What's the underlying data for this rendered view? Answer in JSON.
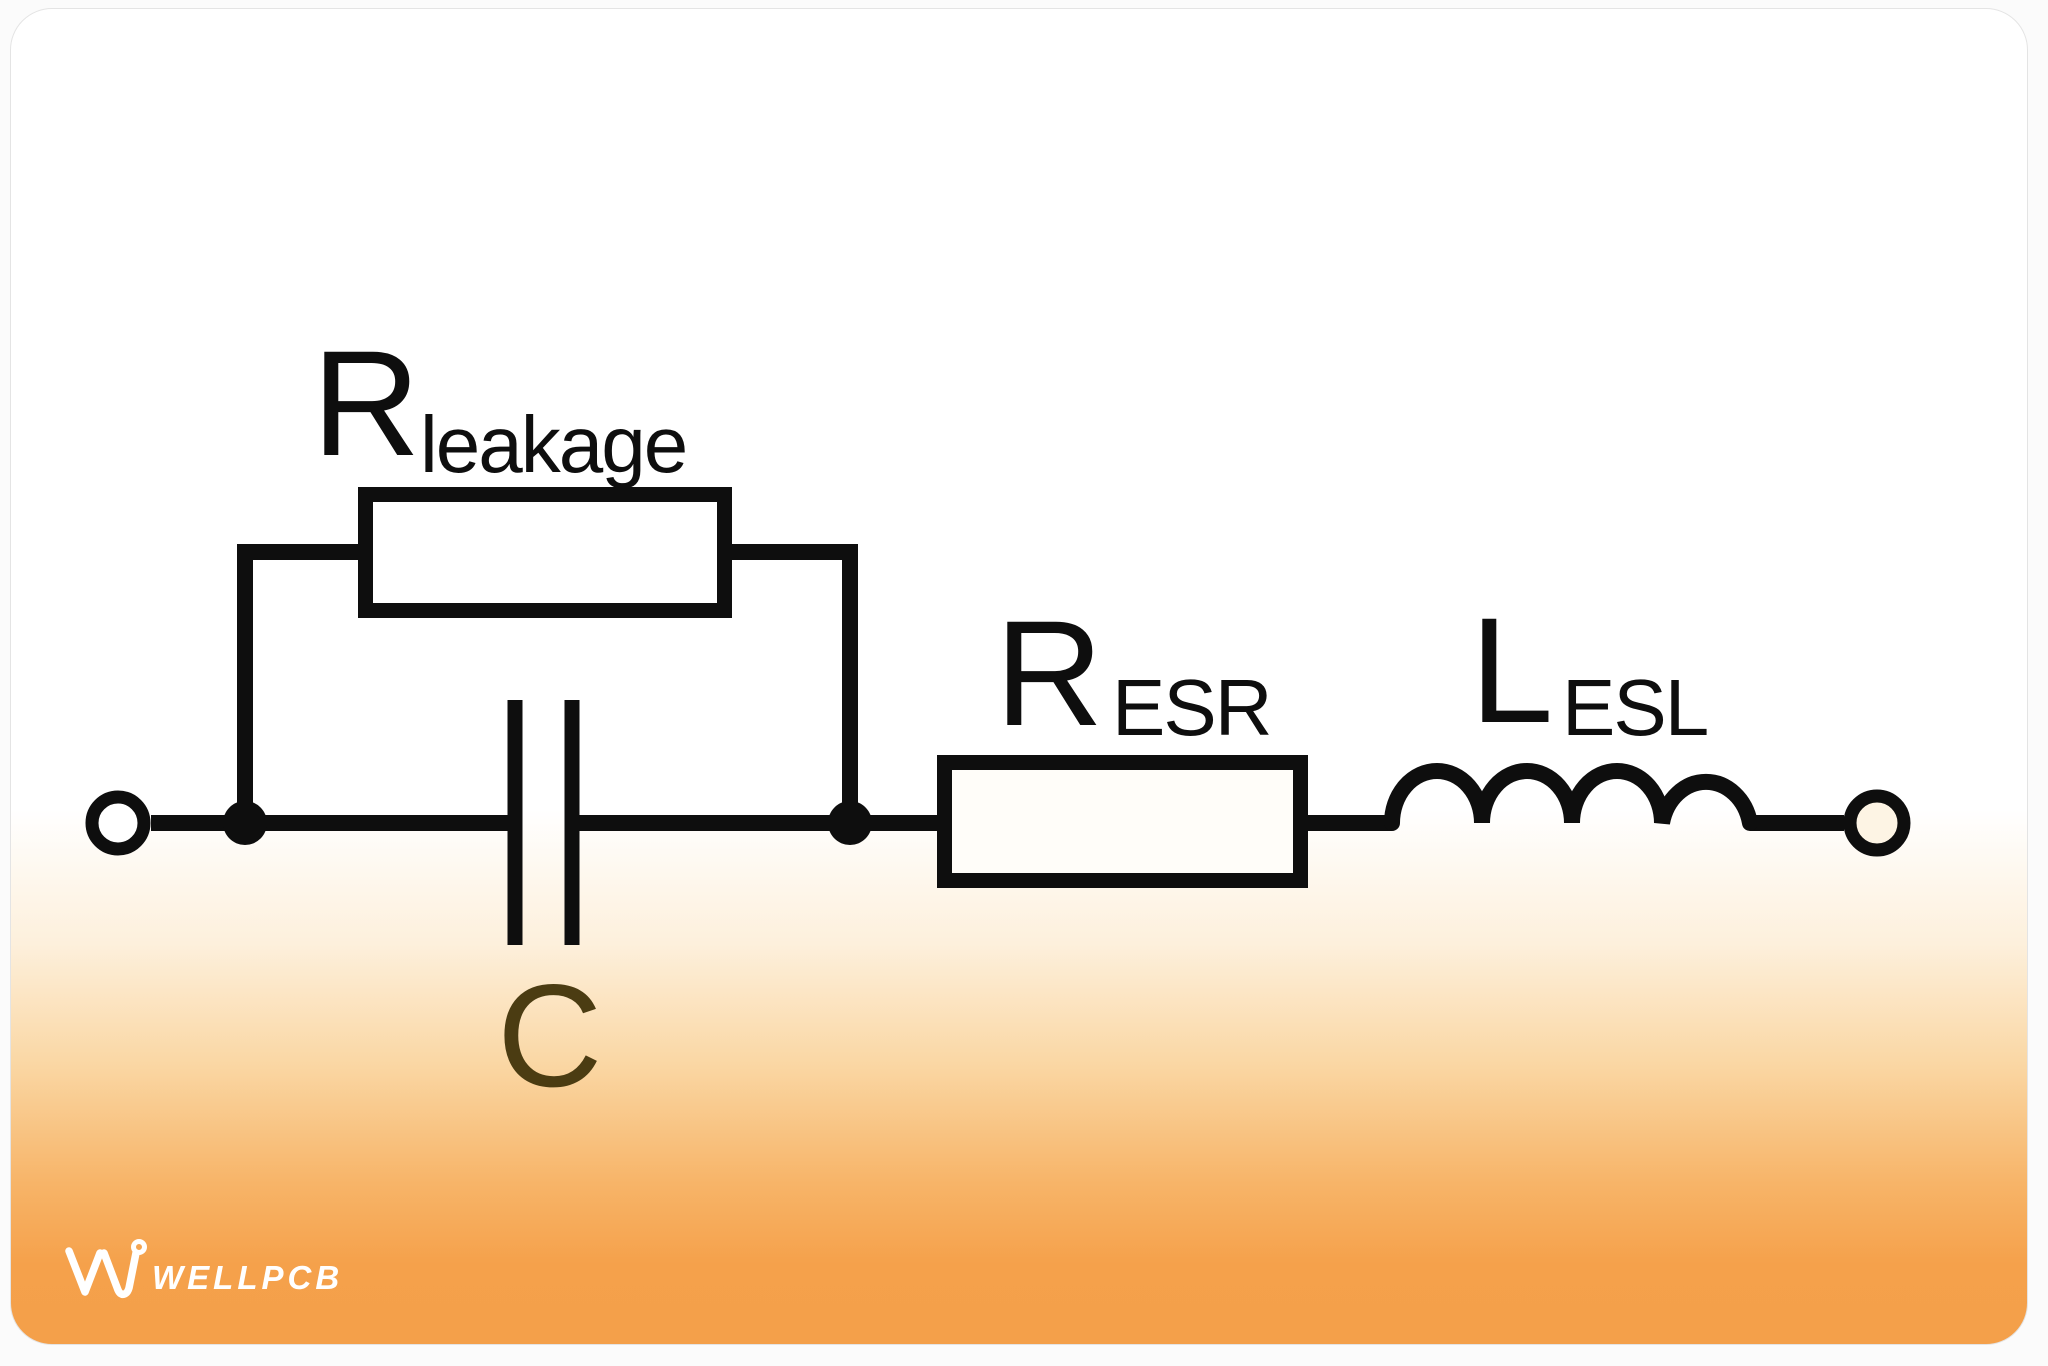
{
  "canvas": {
    "width": "2048",
    "height": "1366"
  },
  "diagram": {
    "type": "circuit-schematic",
    "labels": {
      "r_leakage": {
        "symbol": "R",
        "subscript": "leakage"
      },
      "r_esr": {
        "symbol": "R",
        "subscript": "ESR"
      },
      "l_esl": {
        "symbol": "L",
        "subscript": "ESL"
      },
      "capacitor": {
        "symbol": "C"
      }
    },
    "icons": {
      "terminal_left": "open-circle-terminal-icon",
      "terminal_right": "open-circle-terminal-icon",
      "junction_left": "filled-junction-dot-icon",
      "junction_right": "filled-junction-dot-icon",
      "resistor_leakage": "resistor-box-icon",
      "resistor_esr": "resistor-box-icon",
      "capacitor": "parallel-plate-capacitor-icon",
      "inductor": "four-hump-coil-icon"
    }
  },
  "logo": {
    "brand": "WELLPCB",
    "mark": "wellpcb-w-icon"
  },
  "colors": {
    "line": "#0e0e0e",
    "capacitor_label": "#4b3c12",
    "orange": "#f5a04a",
    "logo_text": "#ffffff",
    "card_border": "#e4e4e4"
  }
}
